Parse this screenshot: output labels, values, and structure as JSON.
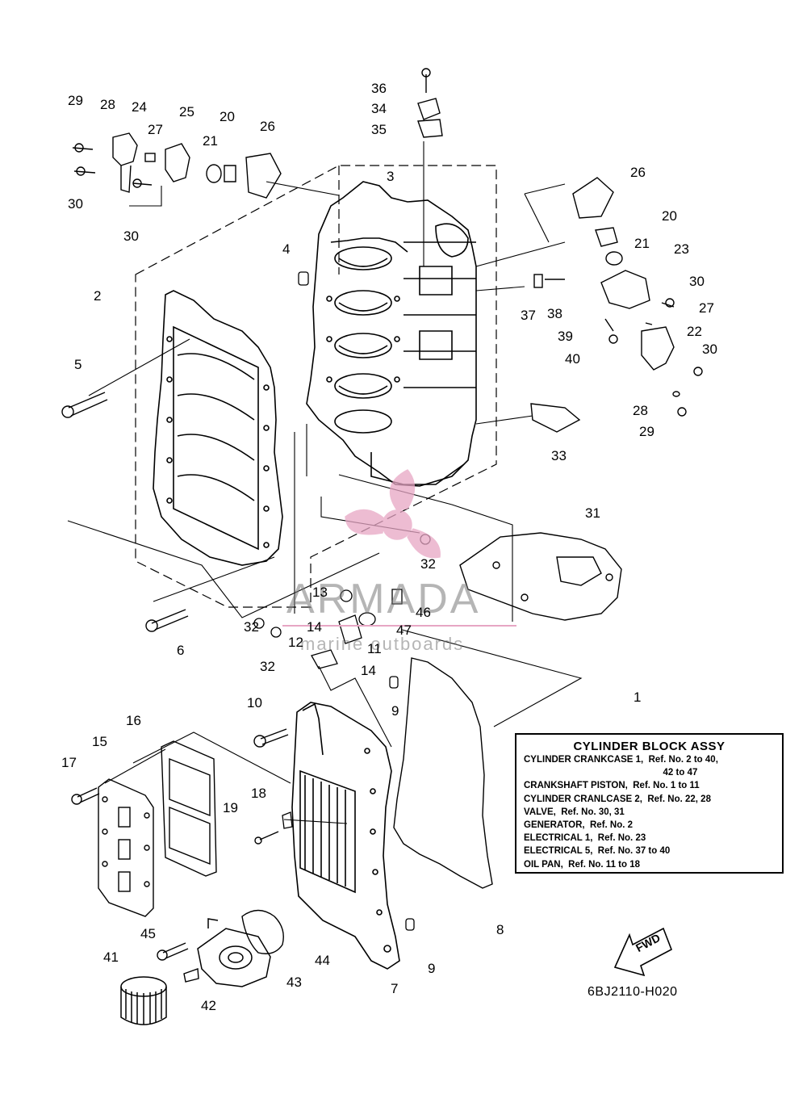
{
  "callouts": [
    {
      "id": "c1",
      "text": "29"
    },
    {
      "id": "c2",
      "text": "28"
    },
    {
      "id": "c3",
      "text": "24"
    },
    {
      "id": "c4",
      "text": "25"
    },
    {
      "id": "c5",
      "text": "20"
    },
    {
      "id": "c6",
      "text": "27"
    },
    {
      "id": "c7",
      "text": "21"
    },
    {
      "id": "c8",
      "text": "26"
    },
    {
      "id": "c9",
      "text": "30"
    },
    {
      "id": "c10",
      "text": "30"
    },
    {
      "id": "c11",
      "text": "36"
    },
    {
      "id": "c12",
      "text": "34"
    },
    {
      "id": "c13",
      "text": "35"
    },
    {
      "id": "c14",
      "text": "3"
    },
    {
      "id": "c15",
      "text": "26"
    },
    {
      "id": "c16",
      "text": "20"
    },
    {
      "id": "c17",
      "text": "21"
    },
    {
      "id": "c18",
      "text": "23"
    },
    {
      "id": "c19",
      "text": "30"
    },
    {
      "id": "c20",
      "text": "27"
    },
    {
      "id": "c21",
      "text": "22"
    },
    {
      "id": "c22",
      "text": "30"
    },
    {
      "id": "c23",
      "text": "28"
    },
    {
      "id": "c24",
      "text": "29"
    },
    {
      "id": "c25",
      "text": "37"
    },
    {
      "id": "c26",
      "text": "38"
    },
    {
      "id": "c27",
      "text": "39"
    },
    {
      "id": "c28",
      "text": "40"
    },
    {
      "id": "c29",
      "text": "33"
    },
    {
      "id": "c30",
      "text": "2"
    },
    {
      "id": "c31",
      "text": "4"
    },
    {
      "id": "c32",
      "text": "5"
    },
    {
      "id": "c33",
      "text": "31"
    },
    {
      "id": "c34",
      "text": "32"
    },
    {
      "id": "c35",
      "text": "6"
    },
    {
      "id": "c36",
      "text": "13"
    },
    {
      "id": "c37",
      "text": "46"
    },
    {
      "id": "c38",
      "text": "47"
    },
    {
      "id": "c39",
      "text": "14"
    },
    {
      "id": "c40",
      "text": "32"
    },
    {
      "id": "c41",
      "text": "12"
    },
    {
      "id": "c42",
      "text": "11"
    },
    {
      "id": "c43",
      "text": "32"
    },
    {
      "id": "c44",
      "text": "14"
    },
    {
      "id": "c45",
      "text": "9"
    },
    {
      "id": "c46",
      "text": "10"
    },
    {
      "id": "c47",
      "text": "1"
    },
    {
      "id": "c48",
      "text": "16"
    },
    {
      "id": "c49",
      "text": "15"
    },
    {
      "id": "c50",
      "text": "17"
    },
    {
      "id": "c51",
      "text": "18"
    },
    {
      "id": "c52",
      "text": "19"
    },
    {
      "id": "c53",
      "text": "8"
    },
    {
      "id": "c54",
      "text": "45"
    },
    {
      "id": "c55",
      "text": "44"
    },
    {
      "id": "c56",
      "text": "41"
    },
    {
      "id": "c57",
      "text": "43"
    },
    {
      "id": "c58",
      "text": "42"
    },
    {
      "id": "c59",
      "text": "7"
    },
    {
      "id": "c60",
      "text": "9"
    }
  ],
  "legend": {
    "title": "CYLINDER BLOCK ASSY",
    "lines": [
      "CYLINDER CRANKCASE 1,  Ref. No. 2 to 40,",
      "                                                      42 to 47",
      "CRANKSHAFT PISTON,  Ref. No. 1 to 11",
      "CYLINDER CRANLCASE 2,  Ref. No. 22, 28",
      "VALVE,  Ref. No. 30, 31",
      "GENERATOR,  Ref. No. 2",
      "ELECTRICAL 1,  Ref. No. 23",
      "ELECTRICAL 5,  Ref. No. 37 to 40",
      "OIL PAN,  Ref. No. 11 to 18"
    ]
  },
  "watermark": {
    "title": "ARMADA",
    "subtitle": "marine outboards"
  },
  "fwd_label": "FWD",
  "drawing_code": "6BJ2110-H020",
  "colors": {
    "line": "#000000",
    "logo": "#e7a6c4",
    "watermark": "#8a8a8a"
  }
}
